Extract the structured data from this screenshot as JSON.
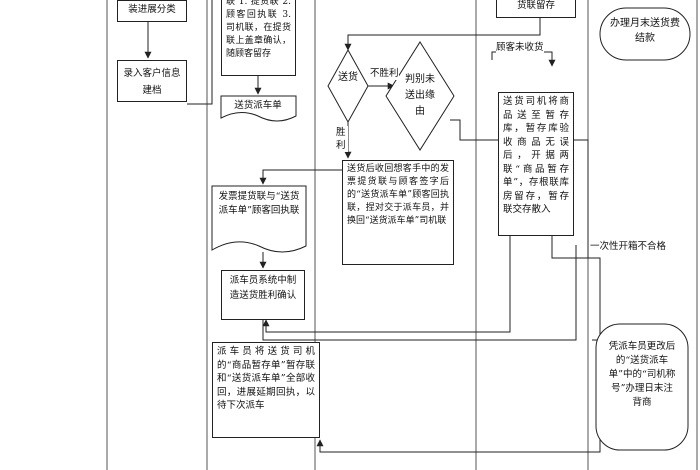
{
  "nodes": {
    "sort_by_route": "装进展分类",
    "enter_customer_info": "录入客户信息建档",
    "copies_note": "联 1. 提货联 2. 顾客回执联 3. 司机联，在提货联上盖章确认，随顾客留存",
    "delivery_dispatch_form": "送货派车单",
    "customer_copy_kept": "货联留存",
    "process_monthly_settlement": "办理月末送货费结款",
    "delivery_decision": "送货",
    "identify_cause": "判别未送出缘由",
    "after_delivery_collect": "送货后收回想客手中的发票提货联与顾客签字后的“送货派车单”顾客回执联，捏对交于派车员，并换回“送货派车单”司机联",
    "driver_return_goods": "送货司机将商品送至暂存库，暂存库验收商品无误后，开据两联“商品暂存单”，存根联库房留存，暂存联交存散入",
    "invoice_receipt": "发票提货联与“送货派车单”顾客回执联",
    "dispatcher_system_confirm": "派车员系统中制造送货胜利确认",
    "dispatcher_collect": "派车员将送货司机的“商品暂存单”暂存联和“送货派车单”全部收回，进展延期回执，以待下次派车",
    "change_dispatch_driver": "凭派车员更改后的“送货派车单”中的“司机称号”办理日末注背商"
  },
  "labels": {
    "fail": "不胜利",
    "success": "胜利",
    "customer_refused": "顾客未收货",
    "inspection_failed": "一次性开箱不合格"
  }
}
